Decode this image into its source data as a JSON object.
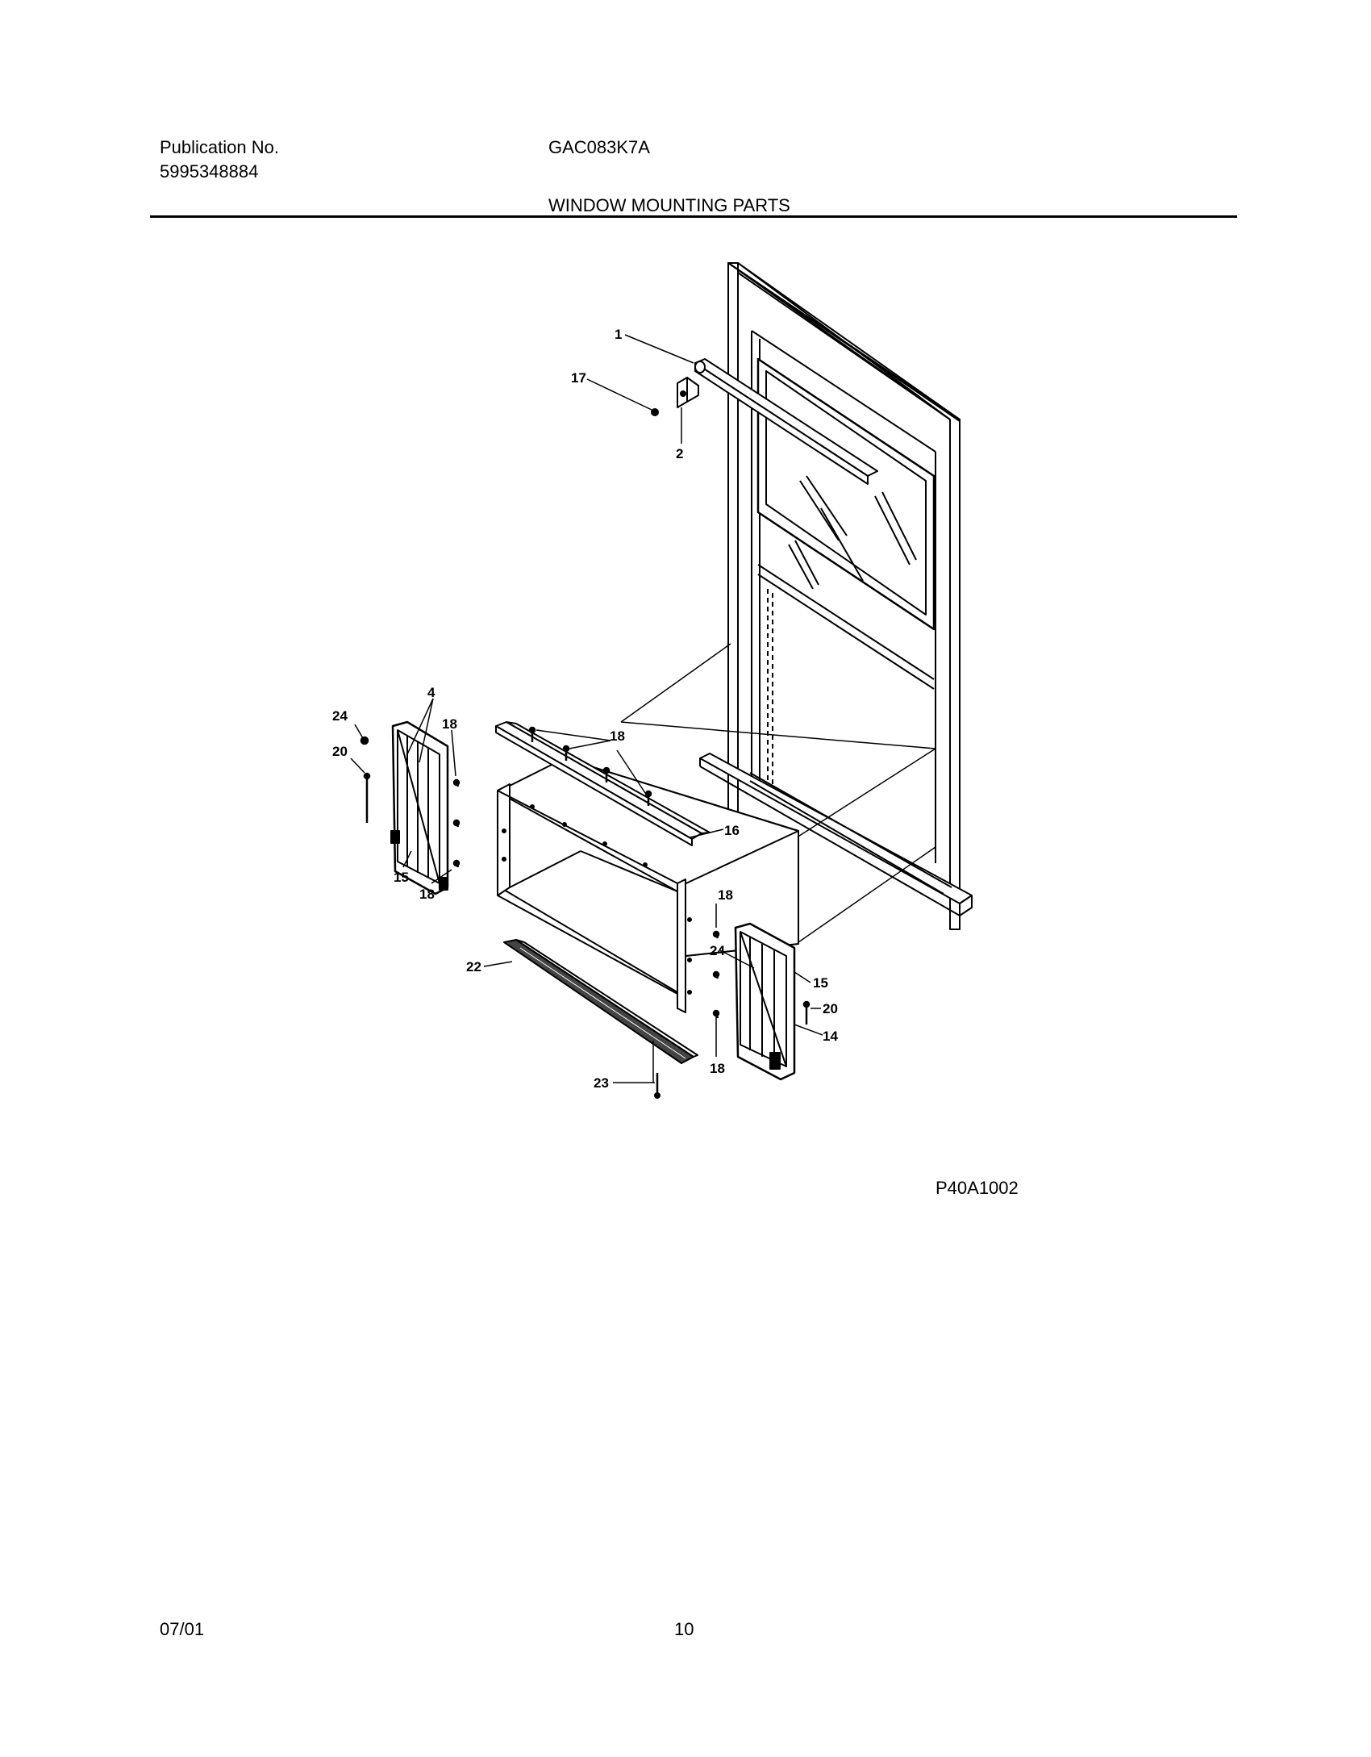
{
  "header": {
    "publication_label": "Publication No.",
    "publication_number": "5995348884",
    "model": "GAC083K7A",
    "section_title": "WINDOW MOUNTING PARTS"
  },
  "diagram": {
    "callouts": {
      "c1": "1",
      "c17": "17",
      "c2": "2",
      "c4": "4",
      "c24a": "24",
      "c20a": "20",
      "c18a": "18",
      "c15a": "15",
      "c18b": "18",
      "c18c": "18",
      "c16": "16",
      "c22": "22",
      "c23": "23",
      "c18d": "18",
      "c24b": "24",
      "c15b": "15",
      "c20b": "20",
      "c14": "14",
      "c18e": "18"
    },
    "drawing_code": "P40A1002"
  },
  "footer": {
    "date": "07/01",
    "page": "10"
  }
}
